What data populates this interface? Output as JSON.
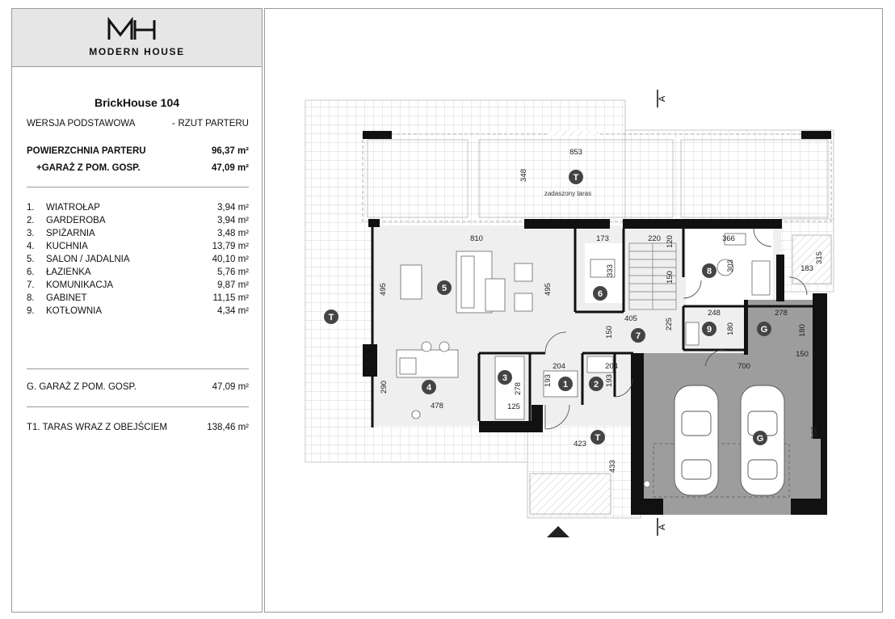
{
  "brand": {
    "mark": "MH",
    "name": "MODERN HOUSE"
  },
  "project": {
    "title": "BrickHouse 104",
    "version": "WERSJA PODSTAWOWA",
    "dash": "-",
    "view": "RZUT PARTERU"
  },
  "summary": [
    {
      "label": "POWIERZCHNIA PARTERU",
      "value": "96,37 m²"
    },
    {
      "label": "+GARAŻ  Z POM. GOSP.",
      "value": "47,09 m²"
    }
  ],
  "rooms": [
    {
      "num": "1.",
      "name": "WIATROŁAP",
      "area": "3,94 m²"
    },
    {
      "num": "2.",
      "name": "GARDEROBA",
      "area": "3,94 m²"
    },
    {
      "num": "3.",
      "name": "SPIŻARNIA",
      "area": "3,48 m²"
    },
    {
      "num": "4.",
      "name": "KUCHNIA",
      "area": "13,79 m²"
    },
    {
      "num": "5.",
      "name": "SALON / JADALNIA",
      "area": "40,10 m²"
    },
    {
      "num": "6.",
      "name": "ŁAZIENKA",
      "area": "5,76 m²"
    },
    {
      "num": "7.",
      "name": "KOMUNIKACJA",
      "area": "9,87 m²"
    },
    {
      "num": "8.",
      "name": "GABINET",
      "area": "11,15 m²"
    },
    {
      "num": "9.",
      "name": "KOTŁOWNIA",
      "area": "4,34 m²"
    }
  ],
  "garage": {
    "label": "G.  GARAŻ Z POM. GOSP.",
    "area": "47,09 m²"
  },
  "terrace": {
    "label": "T1.  TARAS WRAZ Z OBEJŚCIEM",
    "area": "138,46 m²"
  },
  "plan": {
    "section_marker": "A",
    "covered_terrace_label": "zadaszony taras",
    "room_markers": [
      "1",
      "2",
      "3",
      "4",
      "5",
      "6",
      "7",
      "8",
      "9",
      "G",
      "T"
    ],
    "dimensions": [
      "853",
      "348",
      "810",
      "495",
      "495",
      "173",
      "333",
      "220",
      "120",
      "150",
      "366",
      "303",
      "183",
      "315",
      "278",
      "180",
      "248",
      "180",
      "405",
      "225",
      "150",
      "700",
      "204",
      "204",
      "193",
      "193",
      "278",
      "290",
      "478",
      "125",
      "423",
      "433",
      "595",
      "150"
    ]
  }
}
